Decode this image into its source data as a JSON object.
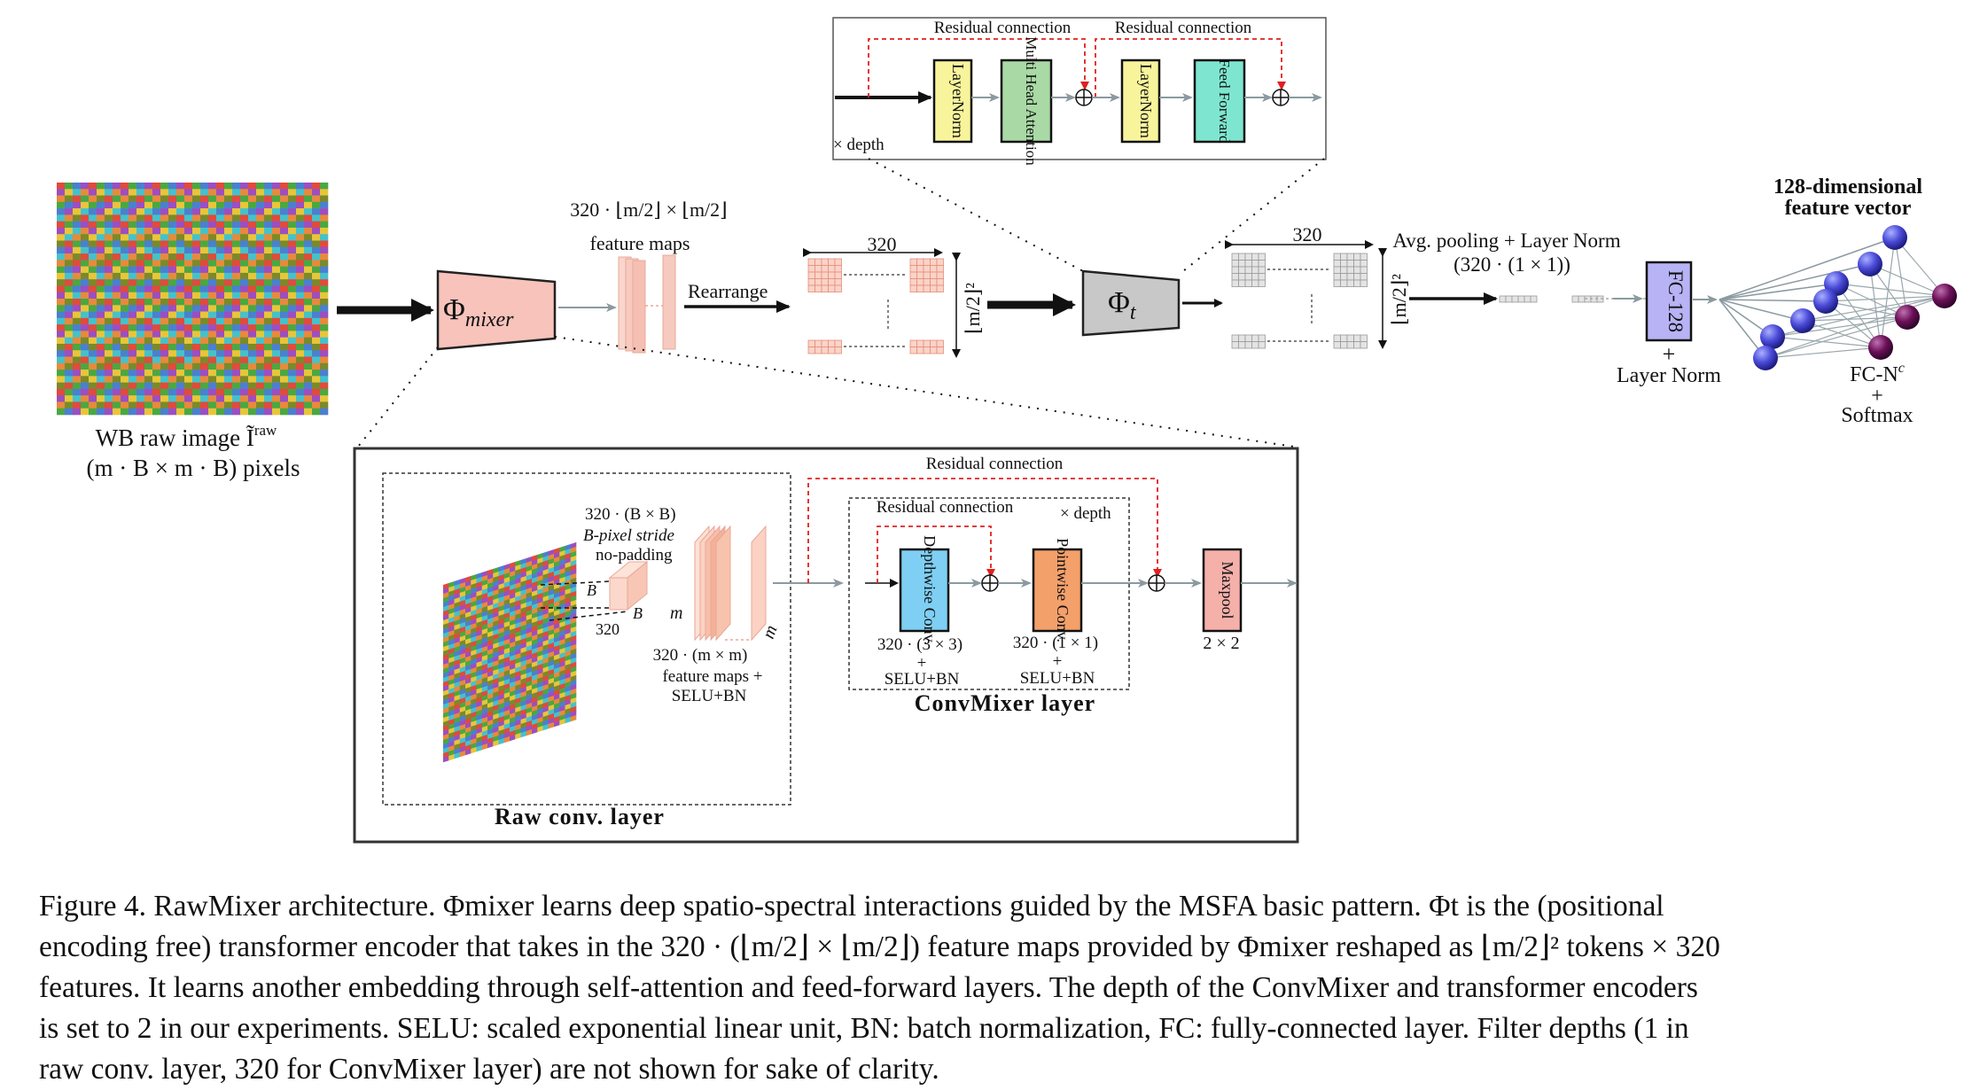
{
  "input": {
    "label_line1": "WB raw image Ĩ",
    "label_sup": "raw",
    "label_line2": "(m · B × m · B) pixels",
    "mosaic_colors": [
      "#e04b3c",
      "#49a843",
      "#4c7fd0",
      "#9b4fc0",
      "#e8c53a",
      "#45c2c9",
      "#e88a3b",
      "#7a8a2a"
    ]
  },
  "mixer": {
    "label": "Φ",
    "label_sub": "mixer",
    "feature_maps_line1": "320 · ⌊m/2⌋ × ⌊m/2⌋",
    "feature_maps_line2": "feature maps",
    "rearrange": "Rearrange",
    "grid_width_label": "320",
    "grid_height_label": "⌊m/2⌋²"
  },
  "transformer": {
    "label": "Φ",
    "label_sub": "t",
    "grid_width_label": "320",
    "grid_height_label": "⌊m/2⌋²",
    "pooling_line1": "Avg. pooling + Layer Norm",
    "pooling_line2": "(320 · (1 × 1))",
    "residual_1": "Residual connection",
    "residual_2": "Residual connection",
    "blocks": [
      "LayerNorm",
      "Multi Head Attention",
      "LayerNorm",
      "Feed Forward"
    ],
    "depth": "× depth"
  },
  "head": {
    "title_line1": "128-dimensional",
    "title_line2": "feature vector",
    "fc": "FC-128",
    "plus": "+",
    "layer_norm": "Layer Norm",
    "fc_out": "FC-N",
    "fc_out_sup": "c",
    "softmax": "Softmax"
  },
  "raw_conv": {
    "title": "Raw conv. layer",
    "kernel_line1": "320 · (B × B)",
    "kernel_line2": "B-pixel stride",
    "kernel_line3": "no-padding",
    "b_label": "B",
    "count_320": "320",
    "m_label": "m",
    "maps_line1": "320 · (m × m)",
    "maps_line2": "feature maps +",
    "maps_line3": "SELU+BN"
  },
  "convmixer": {
    "title": "ConvMixer layer",
    "residual_outer": "Residual connection",
    "residual_inner": "Residual connection",
    "depth": "× depth",
    "depthwise": "Depthwise Conv.",
    "depthwise_caption_line1": "320 · (3 × 3)",
    "depthwise_caption_line2": "+",
    "depthwise_caption_line3": "SELU+BN",
    "pointwise": "Pointwise Conv.",
    "pointwise_caption_line1": "320 · (1 × 1)",
    "pointwise_caption_line2": "+",
    "pointwise_caption_line3": "SELU+BN",
    "maxpool": "Maxpool",
    "maxpool_caption": "2 × 2"
  },
  "caption": {
    "line1": "Figure 4. RawMixer architecture. Φmixer learns deep spatio-spectral interactions guided by the MSFA basic pattern. Φt is the (positional",
    "line2": "encoding free) transformer encoder that takes in the 320 · (⌊m/2⌋ × ⌊m/2⌋) feature maps provided by Φmixer reshaped as ⌊m/2⌋² tokens × 320",
    "line3": "features. It learns another embedding through self-attention and feed-forward layers. The depth of the ConvMixer and transformer encoders",
    "line4": "is set to 2 in our experiments. SELU: scaled exponential linear unit, BN: batch normalization, FC: fully-connected layer. Filter depths (1 in",
    "line5": "raw conv. layer, 320 for ConvMixer layer) are not shown for sake of clarity."
  }
}
